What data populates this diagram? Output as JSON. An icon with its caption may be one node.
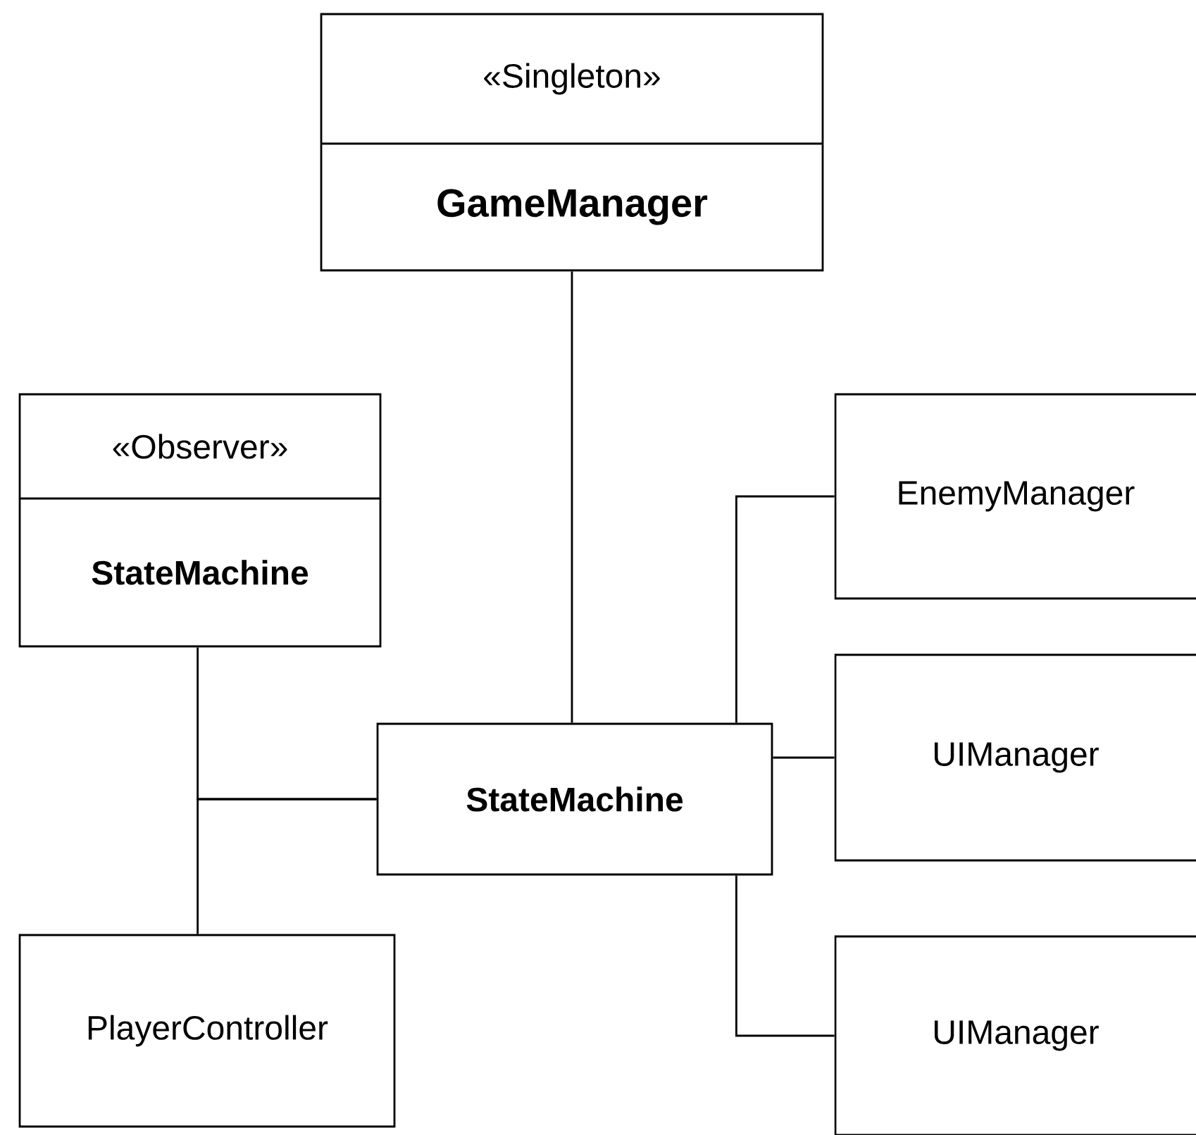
{
  "diagram": {
    "nodes": [
      {
        "text": [
          "«Singleton»",
          "GameManager"
        ]
      },
      {
        "text": [
          "«Observer»",
          "StateMachine"
        ]
      },
      {
        "text": [
          "EnemyManager"
        ]
      },
      {
        "text": [
          "StateMachine"
        ]
      },
      {
        "text": [
          "UIManager"
        ]
      },
      {
        "text": [
          "PlayerController"
        ]
      },
      {
        "text": [
          "UIManager"
        ]
      }
    ],
    "edges": [
      {
        "from": 0,
        "to": 3,
        "arrow": "none"
      },
      {
        "from": 3,
        "to": 1,
        "arrow": "none"
      },
      {
        "from": 3,
        "to": 5,
        "arrow": "none"
      },
      {
        "from": 3,
        "to": 2,
        "arrow": "none"
      },
      {
        "from": 3,
        "to": 4,
        "arrow": "none"
      },
      {
        "from": 3,
        "to": 6,
        "arrow": "none"
      }
    ]
  }
}
